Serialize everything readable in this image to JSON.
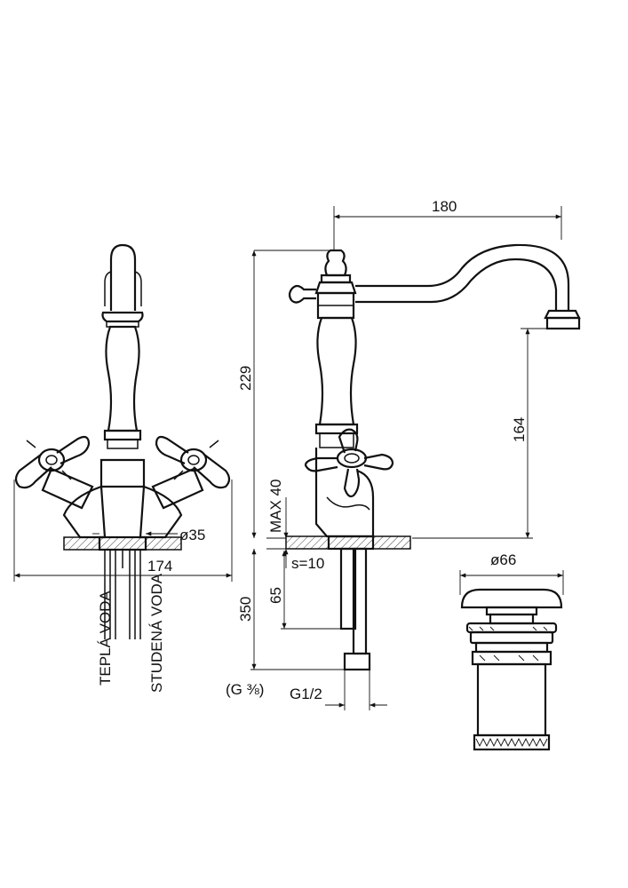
{
  "drawing": {
    "front_view": {
      "dim_width": "174",
      "dim_diameter": "ø35",
      "label_hot": "TEPLÁ VODA",
      "label_cold": "STUDENÁ VODA"
    },
    "side_view": {
      "dim_reach": "180",
      "dim_height": "229",
      "dim_spout_height": "164",
      "dim_max_thickness": "MAX 40",
      "dim_wall": "s=10",
      "dim_hose_length": "350",
      "dim_rod": "65",
      "dim_thread": "G1/2",
      "dim_hose_thread": "(G ⅜)"
    },
    "waste_view": {
      "dim_diameter": "ø66"
    }
  },
  "colors": {
    "line": "#111111",
    "background": "#ffffff"
  }
}
